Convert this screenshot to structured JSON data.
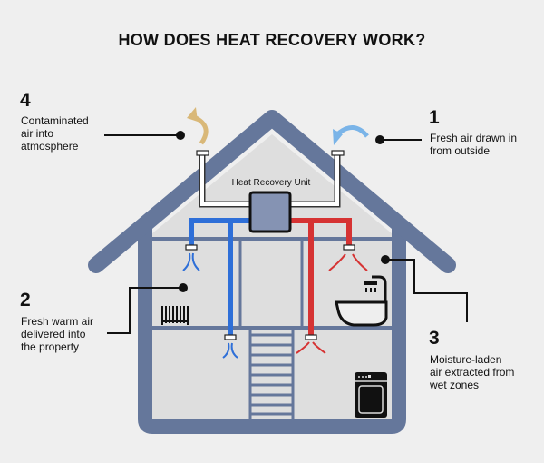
{
  "title": "HOW DOES HEAT RECOVERY WORK?",
  "unit_label": "Heat Recovery Unit",
  "steps": [
    {
      "number": "1",
      "lines": [
        "Fresh air drawn in",
        "from outside"
      ]
    },
    {
      "number": "2",
      "lines": [
        "Fresh warm air",
        "delivered into",
        "the property"
      ]
    },
    {
      "number": "3",
      "lines": [
        "Moisture-laden",
        "air extracted from",
        "wet zones"
      ]
    },
    {
      "number": "4",
      "lines": [
        "Contaminated",
        "air into",
        "atmosphere"
      ]
    }
  ],
  "colors": {
    "house": "#65779b",
    "interior": "#dedede",
    "background": "#efefef",
    "supply": "#2e6fd8",
    "extract": "#d63333",
    "exhaust_arrow": "#d9b878",
    "intake_arrow": "#7ab4e8",
    "unit": "#8593b3"
  },
  "icons": [
    "radiator-icon",
    "bath-shower-icon",
    "oven-icon"
  ]
}
